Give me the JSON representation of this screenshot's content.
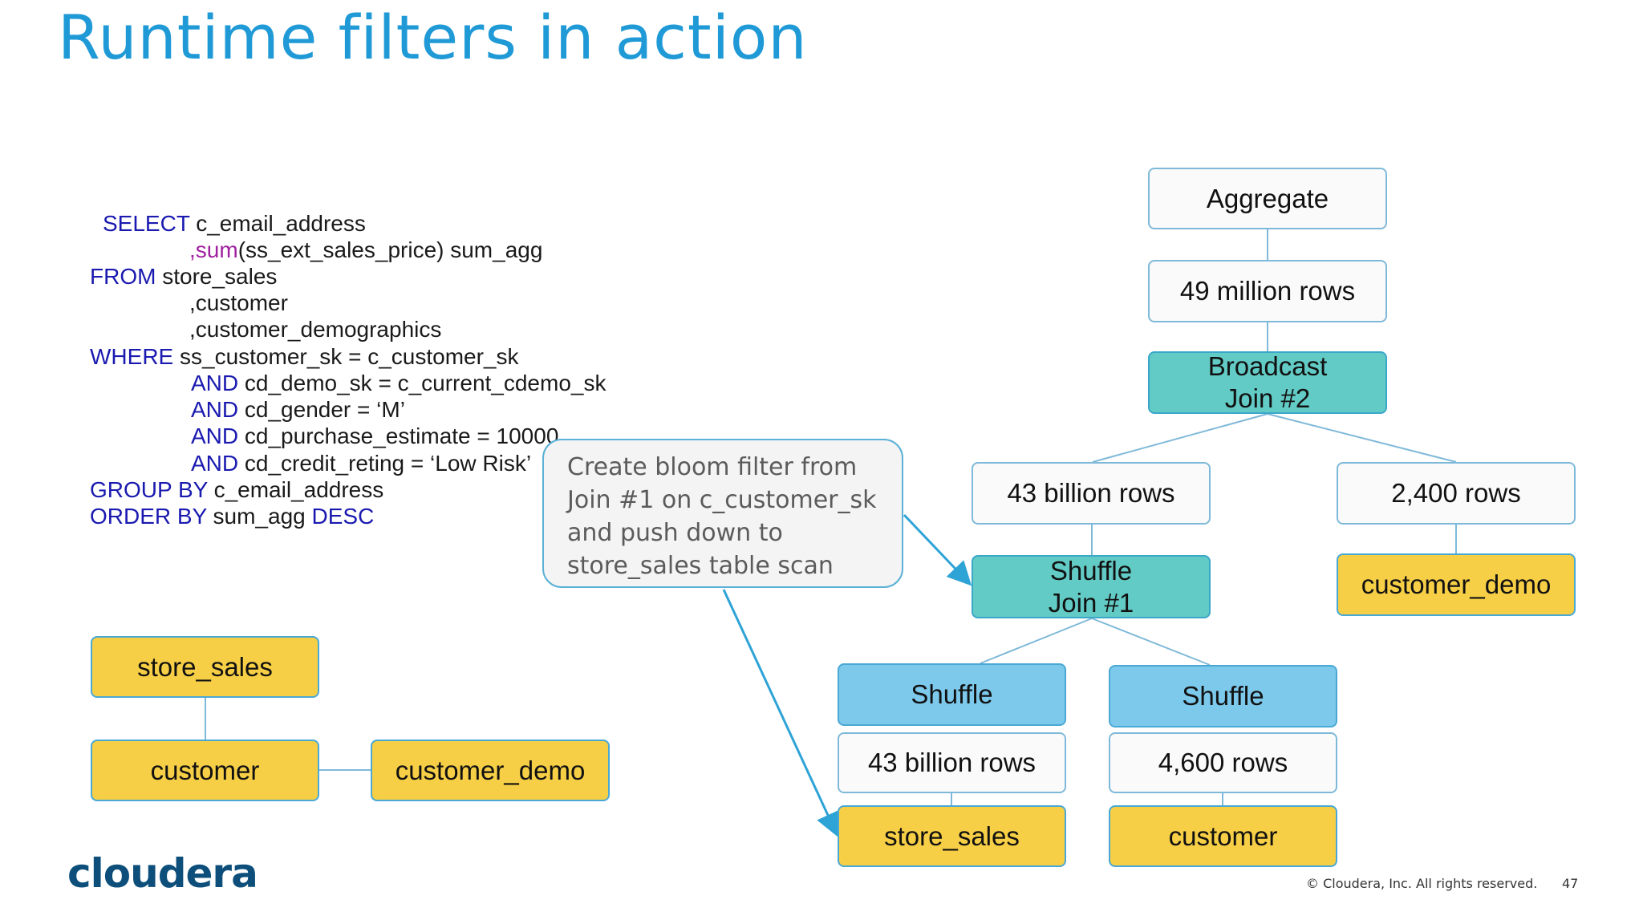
{
  "title": "Runtime filters in action",
  "sql": {
    "l1_kw": "SELECT",
    "l1_rest": " c_email_address",
    "l2_comma": ",",
    "l2_fn": "sum",
    "l2_rest": "(ss_ext_sales_price) sum_agg",
    "l3_kw": "FROM",
    "l3_rest": " store_sales",
    "l4": ",customer",
    "l5": ",customer_demographics",
    "l6_kw": "WHERE",
    "l6_rest": " ss_customer_sk = c_customer_sk",
    "l7_kw": "AND",
    "l7_rest": " cd_demo_sk = c_current_cdemo_sk",
    "l8_kw": "AND",
    "l8_rest": " cd_gender = ‘M’",
    "l9_kw": "AND",
    "l9_rest": " cd_purchase_estimate = 10000",
    "l10_kw": "AND",
    "l10_rest": " cd_credit_reting = ‘Low Risk’",
    "l11_kw": "GROUP BY",
    "l11_rest": " c_email_address",
    "l12_kw": "ORDER BY",
    "l12_rest": " sum_agg ",
    "l12_kw2": "DESC"
  },
  "left_diagram": {
    "store_sales": "store_sales",
    "customer": "customer",
    "customer_demo": "customer_demo"
  },
  "callout": {
    "line1": "Create bloom filter from",
    "line2": "Join #1 on c_customer_sk",
    "line3": "and push down to",
    "line4": "store_sales table  scan"
  },
  "plan": {
    "aggregate": "Aggregate",
    "rows_49m": "49 million rows",
    "broadcast_line1": "Broadcast",
    "broadcast_line2": "Join #2",
    "rows_43b_top": "43 billion rows",
    "rows_2400": "2,400 rows",
    "shuffle_join_line1": "Shuffle",
    "shuffle_join_line2": "Join #1",
    "customer_demo": "customer_demo",
    "shuffle_left": "Shuffle",
    "shuffle_right": "Shuffle",
    "rows_43b_bottom": "43 billion rows",
    "rows_4600": "4,600 rows",
    "store_sales": "store_sales",
    "customer": "customer"
  },
  "logo": "cloudera",
  "footer": "© Cloudera, Inc. All rights reserved.",
  "page_number": "47",
  "colors": {
    "title": "#1f9ad6",
    "keyword": "#1a1ab0",
    "function": "#a020a0",
    "teal": "#63cbc5",
    "blue": "#7cc9ec",
    "yellow": "#f7cf46",
    "connector": "#2ea3d6"
  }
}
